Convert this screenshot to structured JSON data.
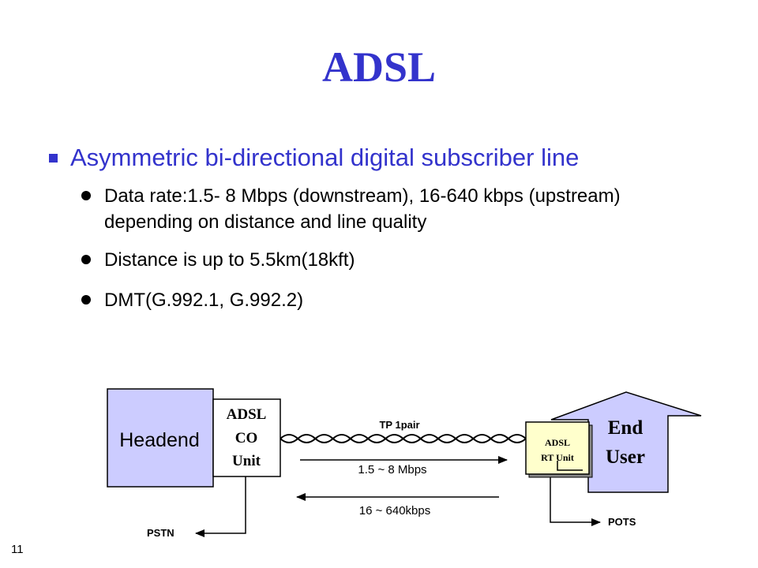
{
  "slide": {
    "title": "ADSL",
    "bullet_main": "Asymmetric bi-directional digital subscriber line",
    "sub_bullets": [
      "Data rate:1.5- 8 Mbps (downstream), 16-640 kbps (upstream) depending on distance and line quality",
      "Distance is up to 5.5km(18kft)",
      "DMT(G.992.1, G.992.2)"
    ],
    "page_number": "11"
  },
  "diagram": {
    "headend": "Headend",
    "co_unit": [
      "ADSL",
      "CO",
      "Unit"
    ],
    "line_label": "TP 1pair",
    "downstream": "1.5 ~ 8 Mbps",
    "upstream": "16 ~ 640kbps",
    "rt_unit": [
      "ADSL",
      "RT Unit"
    ],
    "end_user": [
      "End",
      "User"
    ],
    "pstn": "PSTN",
    "pots": "POTS"
  },
  "colors": {
    "title_blue": "#3333cc",
    "headend_fill": "#ccccff",
    "end_user_fill": "#ccccff",
    "rt_unit_fill": "#ffffcc"
  }
}
